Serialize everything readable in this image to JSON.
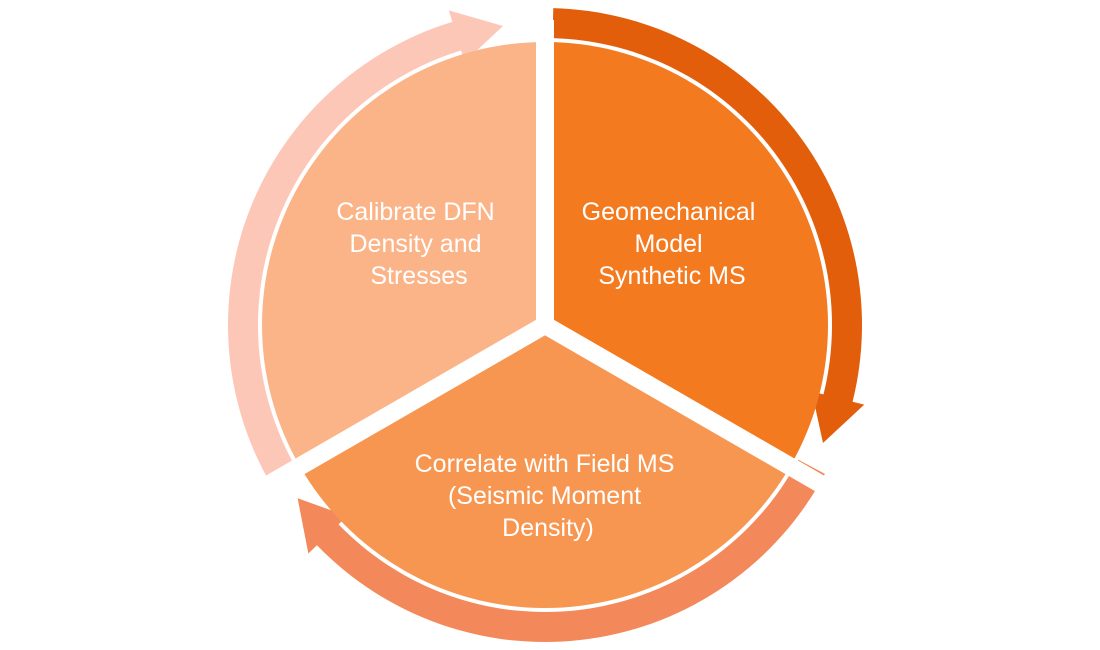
{
  "segments": [
    {
      "id": "geomechanical",
      "lines": [
        "Geomechanical",
        "Model",
        "Synthetic MS"
      ],
      "fill": "#F47A20",
      "arrow_color": "#E25E0B"
    },
    {
      "id": "correlate",
      "lines": [
        "Correlate with Field MS",
        "(Seismic Moment",
        "Density)"
      ],
      "fill": "#F79650",
      "arrow_color": "#F3895A"
    },
    {
      "id": "calibrate",
      "lines": [
        "Calibrate DFN",
        "Density and",
        "Stresses"
      ],
      "fill": "#FBB488",
      "arrow_color": "#FDC7B7"
    }
  ],
  "background": "#FFFFFF"
}
